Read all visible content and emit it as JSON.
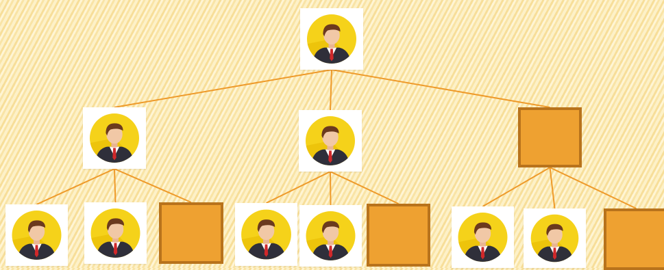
{
  "diagram": {
    "type": "org-chart",
    "connector_color": "#ee9a2a",
    "vacant_fill": "#eea131",
    "vacant_border": "#b8731c",
    "avatar_icon": "businessman-avatar-icon",
    "avatar_circle_color": "#f5d21a",
    "nodes": [
      {
        "id": "root",
        "kind": "person",
        "level": 0
      },
      {
        "id": "l1-a",
        "kind": "person",
        "level": 1,
        "parent": "root"
      },
      {
        "id": "l1-b",
        "kind": "person",
        "level": 1,
        "parent": "root"
      },
      {
        "id": "l1-c",
        "kind": "vacant",
        "level": 1,
        "parent": "root"
      },
      {
        "id": "l2-a1",
        "kind": "person",
        "level": 2,
        "parent": "l1-a"
      },
      {
        "id": "l2-a2",
        "kind": "person",
        "level": 2,
        "parent": "l1-a"
      },
      {
        "id": "l2-a3",
        "kind": "vacant",
        "level": 2,
        "parent": "l1-a"
      },
      {
        "id": "l2-b1",
        "kind": "person",
        "level": 2,
        "parent": "l1-b"
      },
      {
        "id": "l2-b2",
        "kind": "person",
        "level": 2,
        "parent": "l1-b"
      },
      {
        "id": "l2-b3",
        "kind": "vacant",
        "level": 2,
        "parent": "l1-b"
      },
      {
        "id": "l2-c1",
        "kind": "person",
        "level": 2,
        "parent": "l1-c"
      },
      {
        "id": "l2-c2",
        "kind": "person",
        "level": 2,
        "parent": "l1-c"
      },
      {
        "id": "l2-c3",
        "kind": "vacant",
        "level": 2,
        "parent": "l1-c"
      }
    ]
  }
}
